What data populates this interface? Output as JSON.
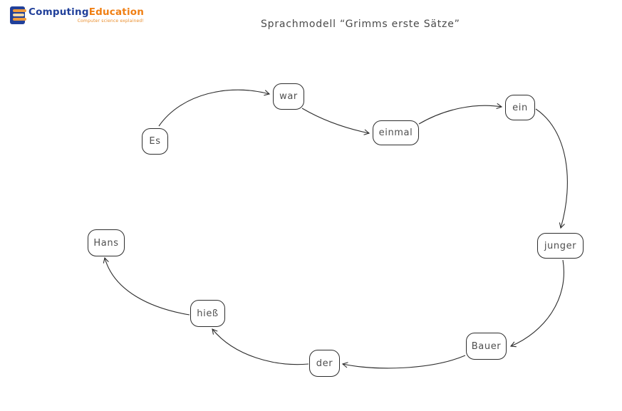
{
  "logo": {
    "brand_part1": "Computing",
    "brand_part2": "Education",
    "tagline": "Computer science explained!",
    "icon": "book-icon",
    "colors": {
      "navy": "#21409a",
      "orange": "#f07f13",
      "bar_orange": "#ef9b3d",
      "bar_cream": "#f6d9a6"
    }
  },
  "title": "Sprachmodell “Grimms erste Sätze”",
  "diagram": {
    "type": "directed-word-graph",
    "sentence": "Es war einmal ein junger Bauer der hieß Hans",
    "stroke_color": "#2d2d2d",
    "node_text_color": "#4f4f4f",
    "nodes": [
      {
        "id": "es",
        "label": "Es"
      },
      {
        "id": "war",
        "label": "war"
      },
      {
        "id": "einmal",
        "label": "einmal"
      },
      {
        "id": "ein",
        "label": "ein"
      },
      {
        "id": "junger",
        "label": "junger"
      },
      {
        "id": "bauer",
        "label": "Bauer"
      },
      {
        "id": "der",
        "label": "der"
      },
      {
        "id": "hiess",
        "label": "hieß"
      },
      {
        "id": "hans",
        "label": "Hans"
      }
    ],
    "edges": [
      {
        "from": "Es",
        "to": "war"
      },
      {
        "from": "war",
        "to": "einmal"
      },
      {
        "from": "einmal",
        "to": "ein"
      },
      {
        "from": "ein",
        "to": "junger"
      },
      {
        "from": "junger",
        "to": "Bauer"
      },
      {
        "from": "Bauer",
        "to": "der"
      },
      {
        "from": "der",
        "to": "hieß"
      },
      {
        "from": "hieß",
        "to": "Hans"
      }
    ]
  }
}
